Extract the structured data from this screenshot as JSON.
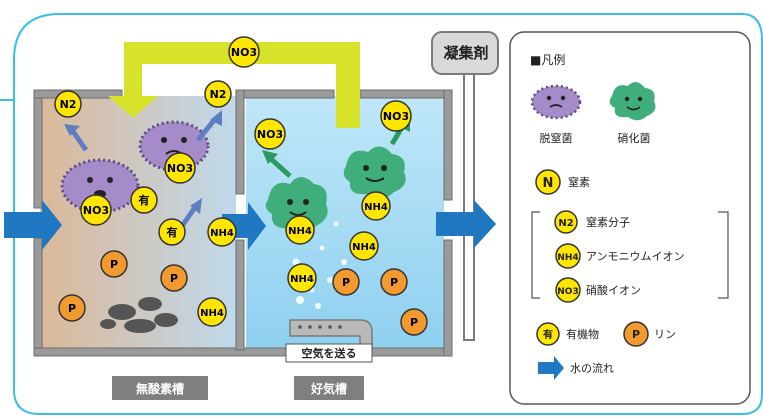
{
  "tank_labels": {
    "anoxic": "無酸素槽",
    "aerobic": "好気槽"
  },
  "coagulant_label": "凝集剤",
  "air_label": "空気を送る",
  "loop_badge": "NO3",
  "badges": {
    "n2": "N2",
    "no3": "NO3",
    "nh4": "NH4",
    "organic": "有",
    "phosphorus": "P"
  },
  "legend": {
    "title": "■凡例",
    "denitrifier": "脱窒菌",
    "nitrifier": "硝化菌",
    "n_symbol": "N",
    "nitrogen": "窒素",
    "n2_symbol": "N2",
    "n2_label": "窒素分子",
    "nh4_symbol": "NH4",
    "nh4_label": "アンモニウムイオン",
    "no3_symbol": "NO3",
    "no3_label": "硝酸イオン",
    "organic_symbol": "有",
    "organic_label": "有機物",
    "p_symbol": "P",
    "p_label": "リン",
    "water_flow": "水の流れ"
  },
  "colors": {
    "frame": "#3bbde8",
    "wall": "#8a8a8a",
    "aerobic_water": "#bfe6f7",
    "anoxic_water": "#d8b89a",
    "loop_arrow": "#d7e22a",
    "flow_arrow": "#1f78c1",
    "badge_yellow": "#ffe600",
    "badge_orange": "#f39a2e",
    "denitrifier": "#a58bc9",
    "nitrifier": "#3fae7a",
    "label_bg": "#7f7f7f"
  }
}
